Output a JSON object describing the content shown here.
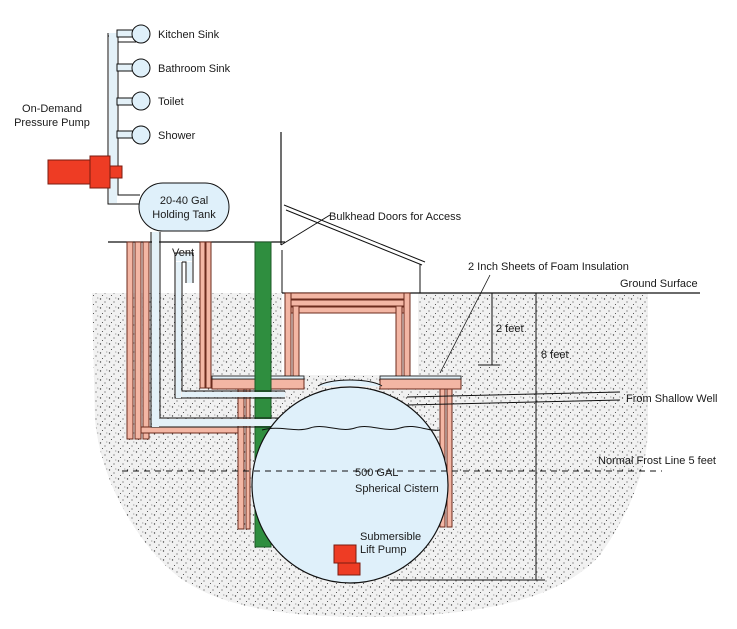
{
  "fixtures": [
    "Kitchen Sink",
    "Bathroom Sink",
    "Toilet",
    "Shower"
  ],
  "pressure_pump": [
    "On-Demand",
    "Pressure Pump"
  ],
  "holding_tank": [
    "20-40 Gal",
    "Holding Tank"
  ],
  "vent": "Vent",
  "bulkhead": "Bulkhead Doors for Access",
  "insulation": "2 Inch Sheets of Foam Insulation",
  "ground_surface": "Ground Surface",
  "depth_2": "2 feet",
  "depth_8": "8 feet",
  "shallow_well": "From Shallow Well",
  "frost_line": "Normal Frost Line 5 feet",
  "cistern": [
    "500 GAL",
    "Spherical Cistern"
  ],
  "lift_pump": [
    "Submersible",
    "Lift Pump"
  ],
  "colors": {
    "pipe_fill": "#e4f1f8",
    "tank_fill": "#dff0fa",
    "wood": "#f3b6a4",
    "wood_stroke": "#6b2b1d",
    "pump": "#ee3c24",
    "green_pipe": "#2f8e3f",
    "soil": "#f1f1f1"
  }
}
